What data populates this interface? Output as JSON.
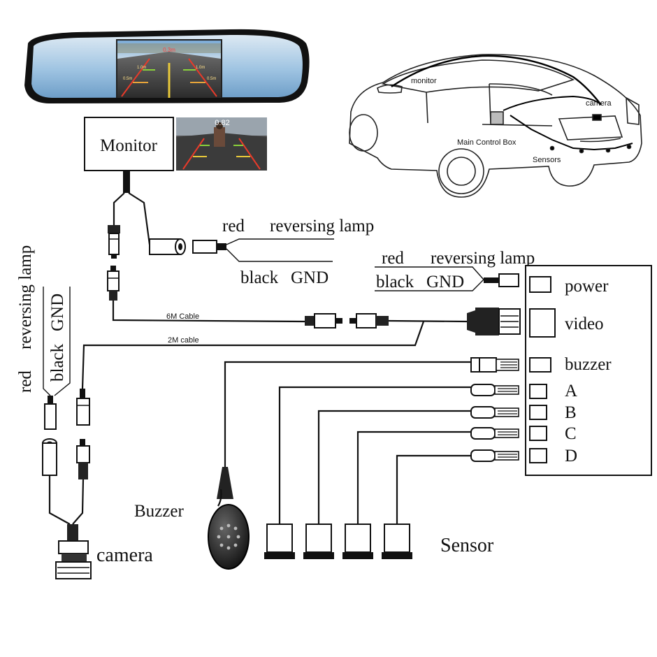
{
  "mirror": {
    "screen_readout": "0.3m",
    "distance_marks": [
      "0.5m",
      "1.0m",
      "0.5m",
      "1.0m"
    ]
  },
  "monitor_box": {
    "label": "Monitor",
    "preview_readout": "0.82"
  },
  "car_illustration": {
    "labels": {
      "monitor": "monitor",
      "camera": "camera",
      "main_control_box": "Main Control Box",
      "sensors": "Sensors"
    }
  },
  "monitor_power": {
    "red_label": "red",
    "red_target": "reversing lamp",
    "black_label": "black",
    "black_target": "GND"
  },
  "control_power": {
    "red_label": "red",
    "red_target": "reversing lamp",
    "black_label": "black",
    "black_target": "GND"
  },
  "camera_power": {
    "red_label": "red",
    "red_target": "reversing lamp",
    "black_label": "black",
    "black_target": "GND"
  },
  "cables": {
    "long": "6M Cable",
    "short": "2M cable"
  },
  "control_box": {
    "ports": [
      "power",
      "video",
      "buzzer",
      "A",
      "B",
      "C",
      "D"
    ]
  },
  "components": {
    "buzzer": "Buzzer",
    "camera": "camera",
    "sensor": "Sensor"
  }
}
